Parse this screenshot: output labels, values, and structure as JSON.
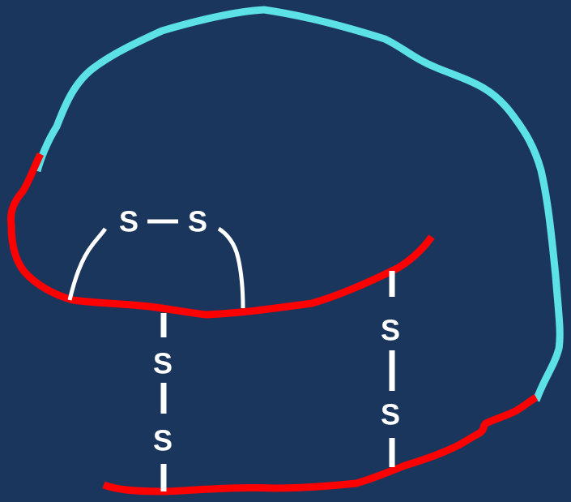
{
  "diagram": {
    "colors": {
      "background": "#1b365d",
      "cyan_chain": "#5ce1e6",
      "red_chain": "#ff0000",
      "bond": "#ffffff"
    },
    "labels": {
      "intra_bond_left_s": "S",
      "intra_bond_right_s": "S",
      "inter_bond_left_top_s": "S",
      "inter_bond_left_bottom_s": "S",
      "inter_bond_right_top_s": "S",
      "inter_bond_right_bottom_s": "S"
    }
  }
}
